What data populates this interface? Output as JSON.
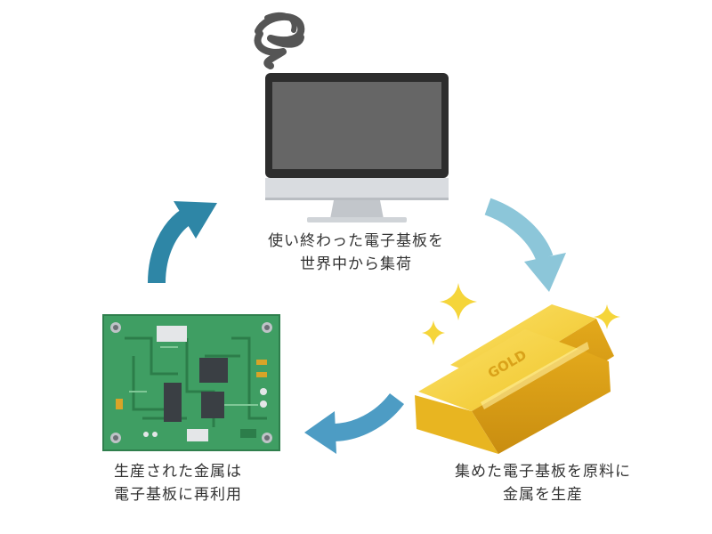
{
  "steps": {
    "collect": {
      "line1": "使い終わった電子基板を",
      "line2": "世界中から集荷"
    },
    "refine": {
      "line1": "集めた電子基板を原料に",
      "line2": "金属を生産"
    },
    "reuse": {
      "line1": "生産された金属は",
      "line2": "電子基板に再利用"
    }
  },
  "gold_bar": {
    "engraving": "GOLD"
  },
  "icons": {
    "computer": "desktop-computer-icon",
    "smoke": "smoke-swirl-icon",
    "gold": "gold-bar-icon",
    "sparkle": "sparkle-icon",
    "board": "circuit-board-icon",
    "arrow": "cycle-arrow-icon"
  },
  "colors": {
    "arrow_light": "#8cc6d9",
    "arrow_mid": "#4d9cc4",
    "arrow_dark": "#2e86a6",
    "board_green": "#3f9e63",
    "gold": "#f0c52a",
    "sparkle": "#f5d53a",
    "screen": "#666666",
    "bezel": "#2d2d2d",
    "caption_text": "#333333"
  }
}
